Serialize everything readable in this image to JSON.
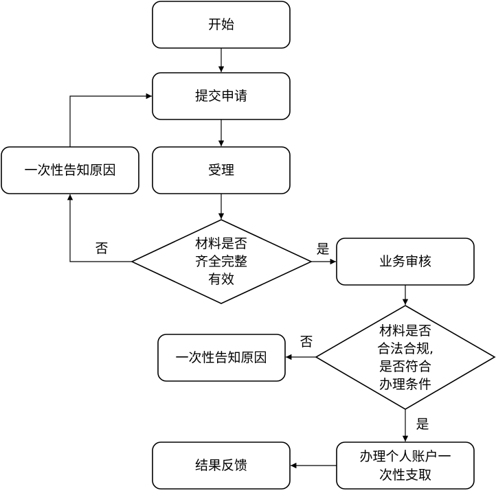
{
  "nodes": {
    "start": {
      "text": "开始"
    },
    "submit": {
      "text": "提交申请"
    },
    "accept": {
      "text": "受理"
    },
    "notify_left": {
      "text": "一次性告知原因"
    },
    "check_complete": {
      "lines": [
        "材料是否",
        "齐全完整",
        "有效"
      ]
    },
    "review": {
      "text": "业务审核"
    },
    "check_legal": {
      "lines": [
        "材料是否",
        "合法合规,",
        "是否符合",
        "办理条件"
      ]
    },
    "notify_mid": {
      "text": "一次性告知原因"
    },
    "withdraw": {
      "lines": [
        "办理个人账户一",
        "次性支取"
      ]
    },
    "feedback": {
      "text": "结果反馈"
    }
  },
  "edges": {
    "complete_no": "否",
    "complete_yes": "是",
    "legal_no": "否",
    "legal_yes": "是"
  }
}
